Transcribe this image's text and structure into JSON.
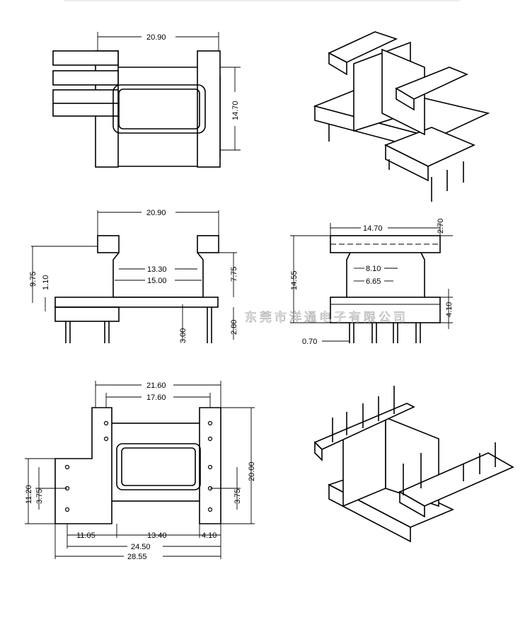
{
  "watermark": "东莞市洋通电子有限公司",
  "top_view": {
    "width": "20.90",
    "height": "14.70"
  },
  "side_view": {
    "width": "20.90",
    "total_height": "9.75",
    "flange": "1.10",
    "inner": "13.30",
    "outer": "15.00",
    "window": "7.75",
    "pin_len_a": "3.00",
    "pin_len_b": "2.80"
  },
  "end_view": {
    "width": "14.70",
    "flange": "2.70",
    "height": "14.55",
    "core_a": "8.10",
    "core_b": "6.65",
    "base": "4.10",
    "pin_dia": "0.70"
  },
  "bottom_view": {
    "width_a": "21.60",
    "width_b": "17.60",
    "height": "20.00",
    "pin_span": "11.20",
    "pitch_left": "3.75",
    "pitch_right": "3.75",
    "offset": "11.05",
    "center": "13.40",
    "edge": "4.10",
    "total_a": "24.50",
    "total_b": "28.55"
  }
}
